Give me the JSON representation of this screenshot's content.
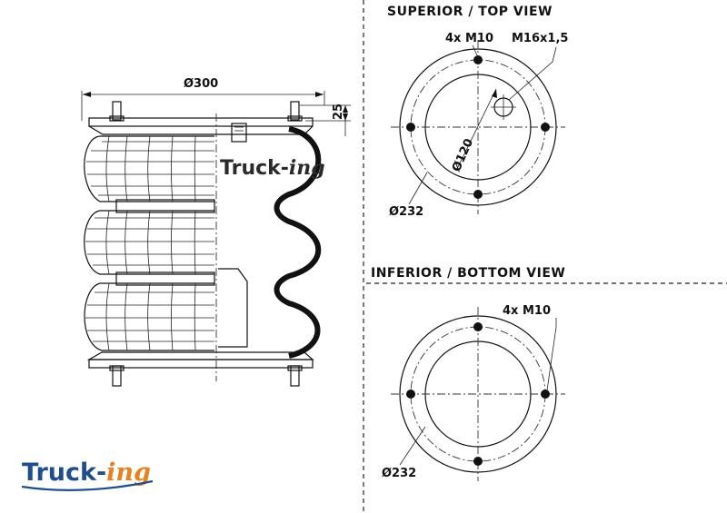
{
  "top_view": {
    "title": "SUPERIOR / TOP VIEW",
    "bolts_label": "4x M10",
    "air_port_label": "M16x1,5",
    "inner_dia_label": "Ø120",
    "outer_dia_label": "Ø232"
  },
  "bottom_view": {
    "title": "INFERIOR / BOTTOM VIEW",
    "bolts_label": "4x M10",
    "outer_dia_label": "Ø232"
  },
  "side_view": {
    "width_label": "Ø300",
    "height_label": "25",
    "watermark_main": "Truck-",
    "watermark_accent": "ing"
  },
  "logo": {
    "main": "Truck-",
    "accent": "ing",
    "main_color": "#1f4e8c",
    "accent_color": "#e8821e"
  }
}
